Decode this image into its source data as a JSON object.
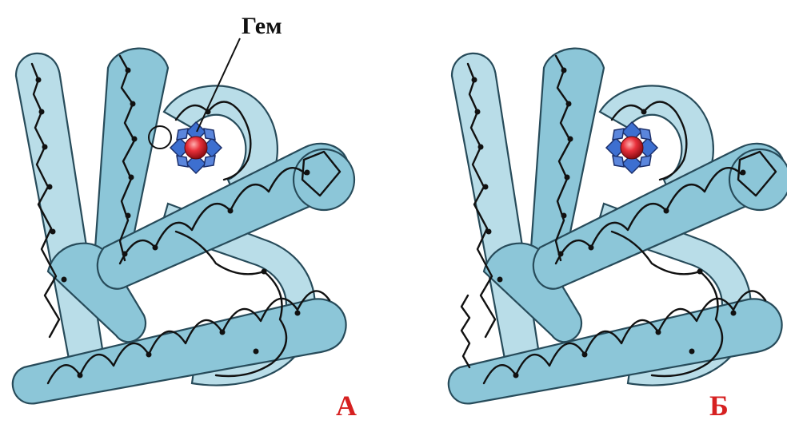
{
  "heme_label": "Гем",
  "panels": [
    {
      "id": "a",
      "letter": "А"
    },
    {
      "id": "b",
      "letter": "Б"
    }
  ],
  "colors": {
    "helix_dark": "#8cc6d8",
    "helix_light": "#b9dde8",
    "outline": "#274b5a",
    "heme_ring": "#3d6fd0",
    "iron": "#e8303a",
    "letters": "#d62020"
  }
}
